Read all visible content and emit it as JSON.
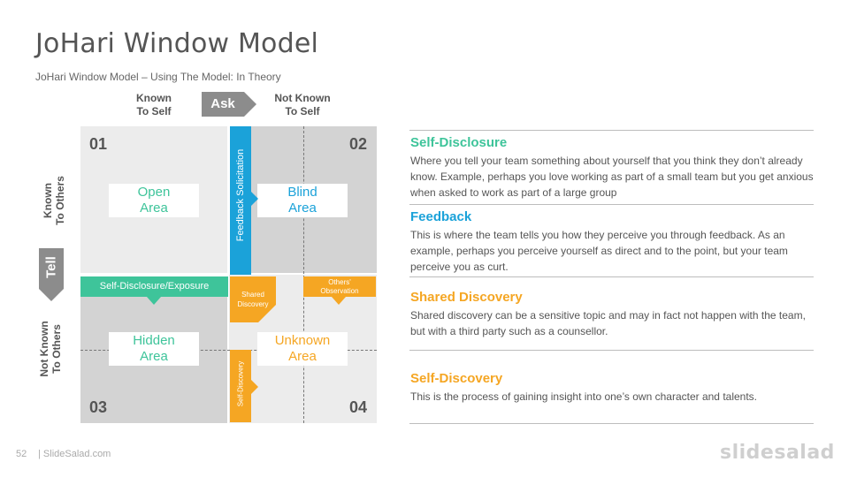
{
  "header": {
    "title": "JoHari Window Model",
    "subtitle": "JoHari Window Model – Using The Model: In Theory"
  },
  "axes": {
    "known_to_self": "Known\nTo Self",
    "not_known_to_self": "Not Known\nTo Self",
    "ask": "Ask",
    "known_to_others": "Known\nTo Others",
    "not_known_to_others": "Not Known\nTo Others",
    "tell": "Tell"
  },
  "quadrants": {
    "q1": {
      "number": "01",
      "label": "Open\nArea"
    },
    "q2": {
      "number": "02",
      "label": "Blind\nArea"
    },
    "q3": {
      "number": "03",
      "label": "Hidden\nArea"
    },
    "q4": {
      "number": "04",
      "label": "Unknown\nArea"
    }
  },
  "overlays": {
    "feedback": "Feedback Solicitation",
    "self_disclosure_exposure": "Self-Disclosure/Exposure",
    "shared_discovery": "Shared\nDiscovery",
    "others_observation": "Others'\nObservation",
    "self_discovery": "Self-Discovery"
  },
  "descriptions": [
    {
      "title": "Self-Disclosure",
      "color": "#3ec49a",
      "text": "Where you tell your team something about yourself that you think they don’t already know. Example, perhaps you love working as part of a small team but you get anxious when asked to work as part of a large group"
    },
    {
      "title": "Feedback",
      "color": "#1ba2d9",
      "text": "This is where the team tells you how they perceive you through feedback. As an example, perhaps you perceive yourself as direct and to the point, but your team perceive you as curt."
    },
    {
      "title": "Shared Discovery",
      "color": "#f5a623",
      "text": "Shared discovery can be a sensitive topic and may in fact not happen with the team, but with a third party such as a counsellor."
    },
    {
      "title": "Self-Discovery",
      "color": "#f5a623",
      "text": "This is the process of gaining insight into one’s own character and talents."
    }
  ],
  "footer": {
    "page_number": "52",
    "brand": "| SlideSalad.com",
    "logo": "slidesalad"
  },
  "colors": {
    "green": "#3ec49a",
    "blue": "#1ba2d9",
    "orange": "#f5a623",
    "gray_label": "#8c8c8c"
  }
}
